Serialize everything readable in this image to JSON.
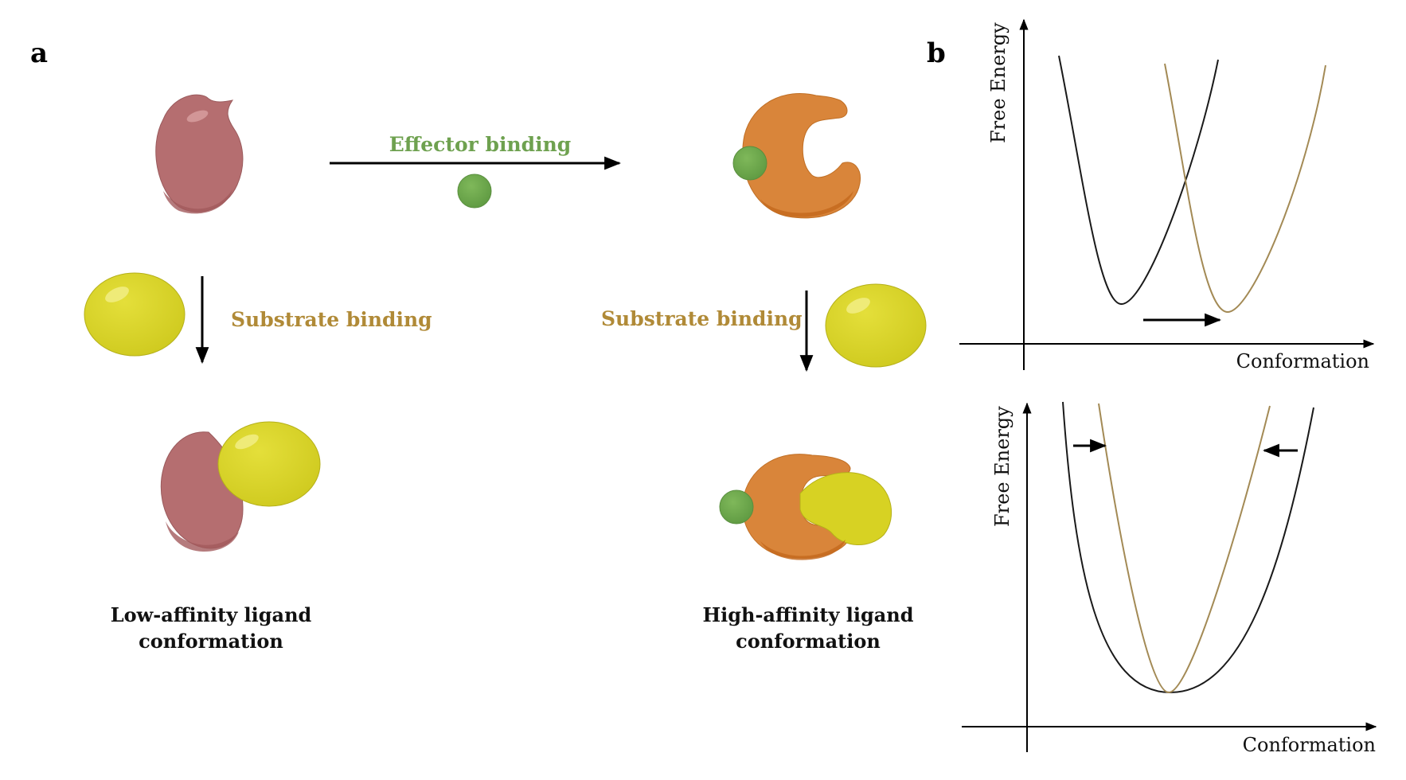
{
  "panel_a": {
    "letter": "a",
    "effector_label": "Effector binding",
    "substrate_label_left": "Substrate binding",
    "substrate_label_right": "Substrate binding",
    "low_affinity": {
      "line1": "Low-affinity ligand",
      "line2": "conformation"
    },
    "high_affinity": {
      "line1": "High-affinity ligand",
      "line2": "conformation"
    }
  },
  "panel_b": {
    "letter": "b",
    "top_plot": {
      "ylabel": "Free Energy",
      "xlabel": "Conformation"
    },
    "bottom_plot": {
      "ylabel": "Free Energy",
      "xlabel": "Conformation"
    }
  },
  "colors": {
    "effector": "#6ea14f",
    "substrate_text": "#b08a37",
    "substrate_ball": "#d7d223",
    "low_affinity_protein": "#b56e70",
    "high_affinity_protein": "#d9853a",
    "curve_black": "#1a1a1a",
    "curve_gold": "#a38a55"
  }
}
